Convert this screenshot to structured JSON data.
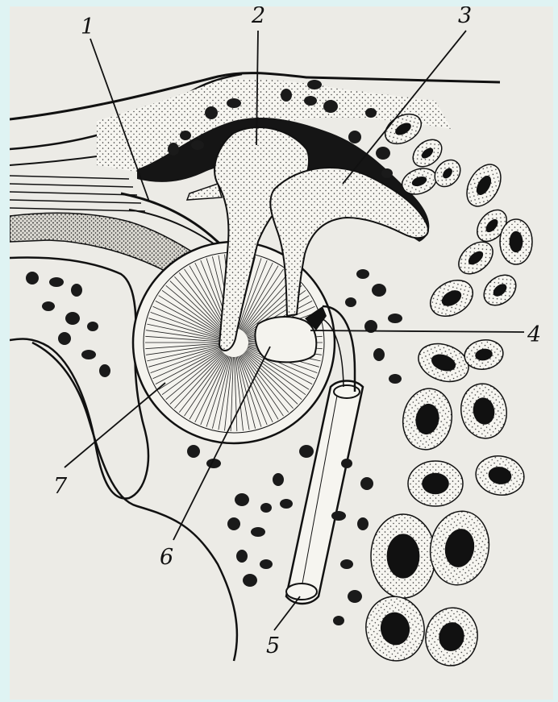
{
  "figure": {
    "frame_color": "#dff3f3",
    "paper_color": "#ecebe6",
    "ink_color": "#111111",
    "labels": {
      "l1": "1",
      "l2": "2",
      "l3": "3",
      "l4": "4",
      "l5": "5",
      "l6": "6",
      "l7": "7"
    }
  }
}
